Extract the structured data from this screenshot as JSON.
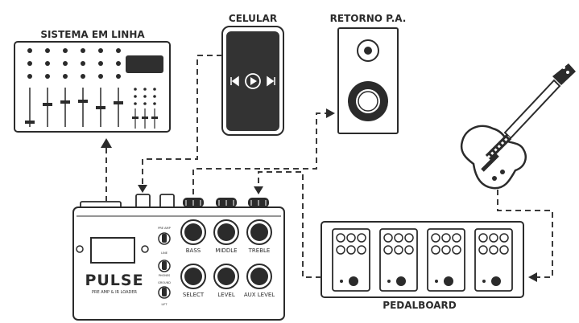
{
  "labels": {
    "mixer": "SISTEMA EM LINHA",
    "phone": "CELULAR",
    "speaker": "RETORNO P.A.",
    "pedalboard": "PEDALBOARD"
  },
  "device": {
    "brand": "PULSE",
    "subtitle": "PRE AMP & IR LOADER",
    "switch_top_labels": [
      "PRE AMP",
      "LINE"
    ],
    "switch_mid_label": "PHONES",
    "switch_bottom_labels": [
      "GROUND",
      "LIFT"
    ],
    "knobs_top": [
      "BASS",
      "MIDDLE",
      "TREBLE"
    ],
    "knobs_bottom": [
      "SELECT",
      "LEVEL",
      "AUX LEVEL"
    ]
  },
  "colors": {
    "ink": "#2b2b2b",
    "phone_screen": "#333333",
    "mixer_display": "#2f2f2f"
  }
}
